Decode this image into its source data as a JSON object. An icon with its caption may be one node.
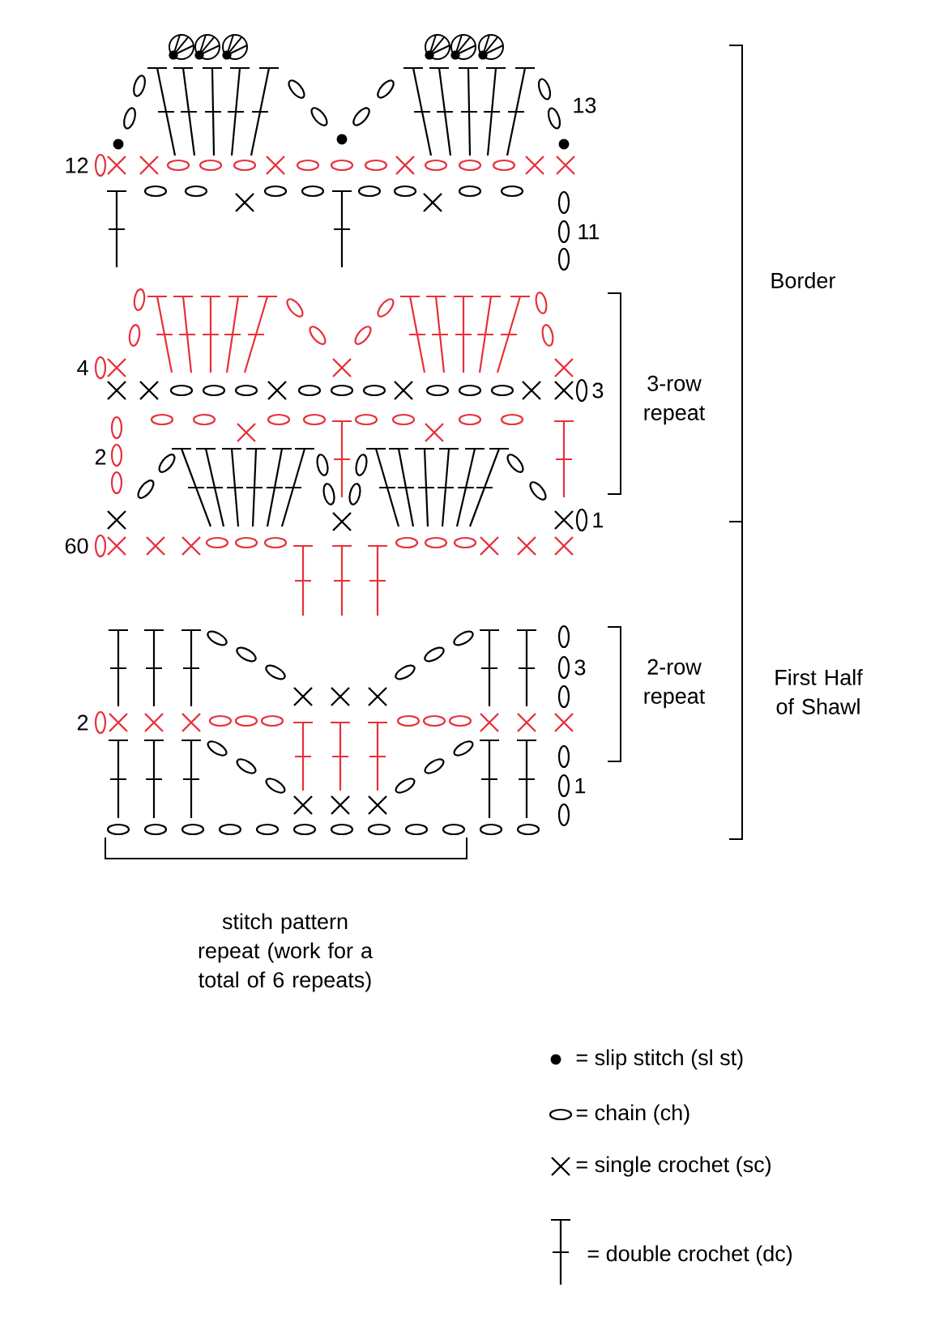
{
  "diagram": {
    "labels": [
      "13",
      "12",
      "11",
      "Border",
      "4",
      "3",
      "3-row repeat",
      "2",
      "1",
      "60",
      "3",
      "2-row repeat",
      "First Half of Shawl",
      "2",
      "1",
      "stitch pattern repeat (work for a total of 6 repeats)"
    ],
    "legend": [
      {
        "text": "= slip stitch (sl st)"
      },
      {
        "text": "= chain (ch)"
      },
      {
        "text": "= single crochet (sc)"
      },
      {
        "text": "= double crochet (dc)"
      }
    ]
  }
}
